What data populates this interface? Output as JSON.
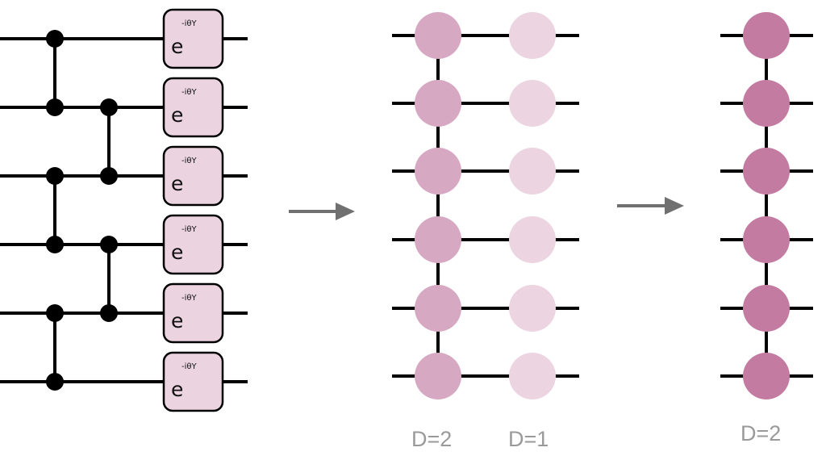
{
  "circuit": {
    "gate_base": "e",
    "gate_exponent": "-iθY",
    "gate_count": 6,
    "wire_count": 6
  },
  "mps_two_column": {
    "labels": [
      "D=2",
      "D=1"
    ],
    "site_count": 6
  },
  "mps_one_column": {
    "label": "D=2",
    "site_count": 6
  },
  "colors": {
    "wire": "#000000",
    "gate_fill": "#ecd3e0",
    "control_dot": "#000000",
    "arrow": "#707070",
    "node_d2_light": "#d7a8c2",
    "node_d1": "#ecd4e0",
    "node_d2_dark": "#c47ba1",
    "label_text": "#9a9a9a"
  }
}
